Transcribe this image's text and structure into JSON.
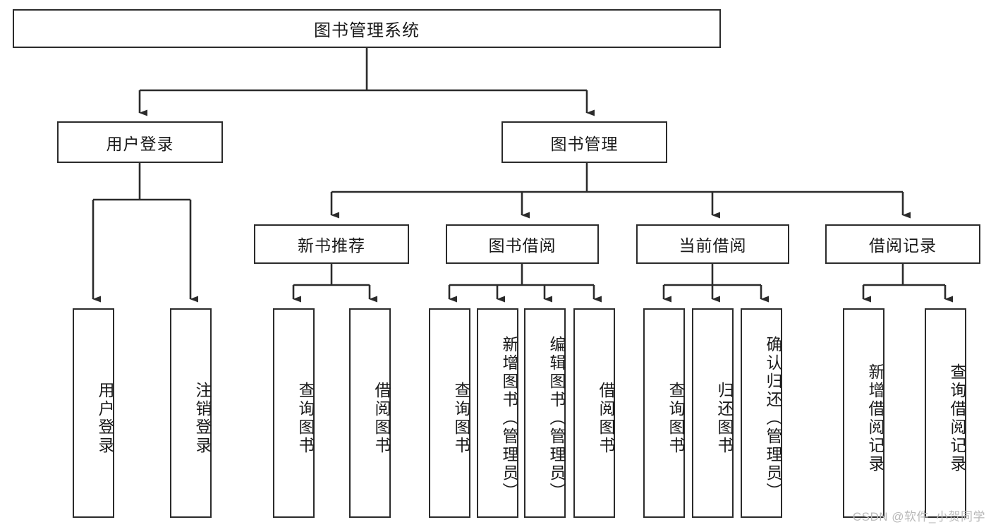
{
  "diagram": {
    "title": "图书管理系统",
    "type": "tree-hierarchy-chart",
    "root": {
      "label": "图书管理系统"
    },
    "level2": [
      {
        "label": "用户登录"
      },
      {
        "label": "图书管理"
      }
    ],
    "level3": [
      {
        "label": "新书推荐"
      },
      {
        "label": "图书借阅"
      },
      {
        "label": "当前借阅"
      },
      {
        "label": "借阅记录"
      }
    ],
    "leaves": {
      "user_login": [
        {
          "label": "用户登录"
        },
        {
          "label": "注销登录"
        }
      ],
      "new_book_recommend": [
        {
          "label": "查询图书"
        },
        {
          "label": "借阅图书"
        }
      ],
      "book_borrow": [
        {
          "label": "查询图书"
        },
        {
          "label": "新增图书（管理员）"
        },
        {
          "label": "编辑图书（管理员）"
        },
        {
          "label": "借阅图书"
        }
      ],
      "current_borrow": [
        {
          "label": "查询图书"
        },
        {
          "label": "归还图书"
        },
        {
          "label": "确认归还（管理员）"
        }
      ],
      "borrow_records": [
        {
          "label": "新增借阅记录"
        },
        {
          "label": "查询借阅记录"
        }
      ]
    }
  },
  "watermark": {
    "text": "CSDN @软件_小贺同学"
  },
  "colors": {
    "box_border": "#2b2b2b",
    "box_fill": "#ffffff",
    "connector": "#2b2b2b",
    "text": "#1a1a1a",
    "watermark": "#b9b9b9"
  }
}
